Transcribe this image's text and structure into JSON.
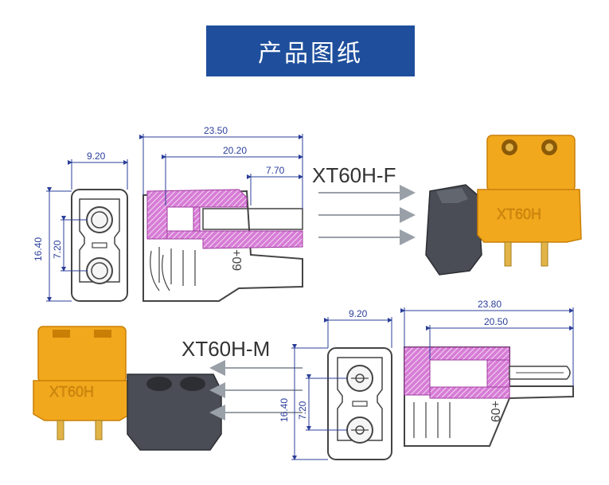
{
  "title": "产品图纸",
  "female": {
    "model": "XT60H-F",
    "dims": {
      "overall": "23.50",
      "mid": "20.20",
      "short": "7.70",
      "width": "9.20",
      "height": "16.40",
      "pitch": "7.20"
    }
  },
  "male": {
    "model": "XT60H-M",
    "dims": {
      "overall": "23.80",
      "mid": "20.50",
      "width": "9.20",
      "height": "16.40",
      "pitch": "7.20"
    }
  },
  "housing_text": "XT60H",
  "polarity_text": "+09",
  "colors": {
    "banner": "#1f4f9c",
    "dimension": "#2b3f9a",
    "section": "#c85ac8",
    "connector": "#f2a81d",
    "boot": "#4a4d55"
  }
}
